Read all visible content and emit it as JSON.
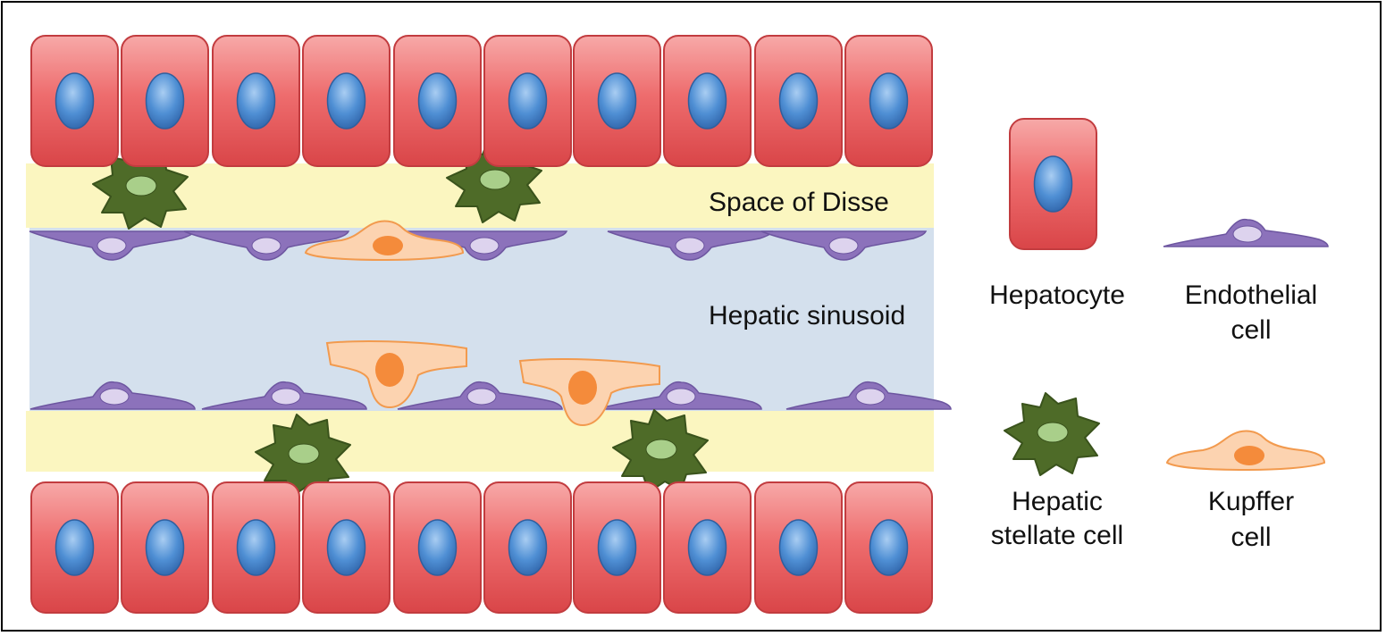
{
  "diagram": {
    "regions": {
      "space_of_disse": "Space of Disse",
      "hepatic_sinusoid": "Hepatic sinusoid"
    },
    "legend": {
      "hepatocyte": "Hepatocyte",
      "endothelial_line1": "Endothelial",
      "endothelial_line2": "cell",
      "stellate_line1": "Hepatic",
      "stellate_line2": "stellate cell",
      "kupffer_line1": "Kupffer",
      "kupffer_line2": "cell"
    },
    "colors": {
      "hepatocyte": "#e8565a",
      "nucleus": "#4a86c8",
      "endothelial": "#8a72b8",
      "stellate": "#4e6b28",
      "kupffer": "#f9b98a",
      "space_of_disse": "#fbf6c0",
      "sinusoid": "#d4e0ed"
    }
  }
}
